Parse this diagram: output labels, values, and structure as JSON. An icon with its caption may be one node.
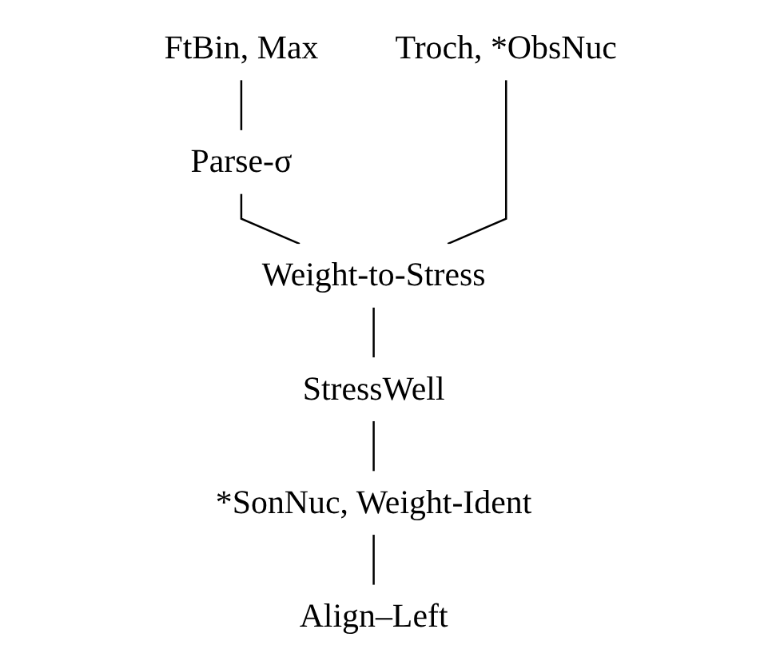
{
  "diagram": {
    "nodes": [
      {
        "text": [
          "FtBin, Max"
        ]
      },
      {
        "text": [
          "Troch, *ObsNuc"
        ]
      },
      {
        "text": [
          "Parse-σ"
        ]
      },
      {
        "text": [
          "Weight-to-Stress"
        ]
      },
      {
        "text": [
          "StressWell"
        ]
      },
      {
        "text": [
          "*SonNuc, Weight-Ident"
        ]
      },
      {
        "text": [
          "Align–Left"
        ]
      }
    ],
    "edges": [
      {
        "from": 0,
        "to": 2,
        "arrow": "none"
      },
      {
        "from": 2,
        "to": 3,
        "arrow": "none"
      },
      {
        "from": 1,
        "to": 3,
        "arrow": "none"
      },
      {
        "from": 3,
        "to": 4,
        "arrow": "none"
      },
      {
        "from": 4,
        "to": 5,
        "arrow": "none"
      },
      {
        "from": 5,
        "to": 6,
        "arrow": "none"
      }
    ]
  }
}
